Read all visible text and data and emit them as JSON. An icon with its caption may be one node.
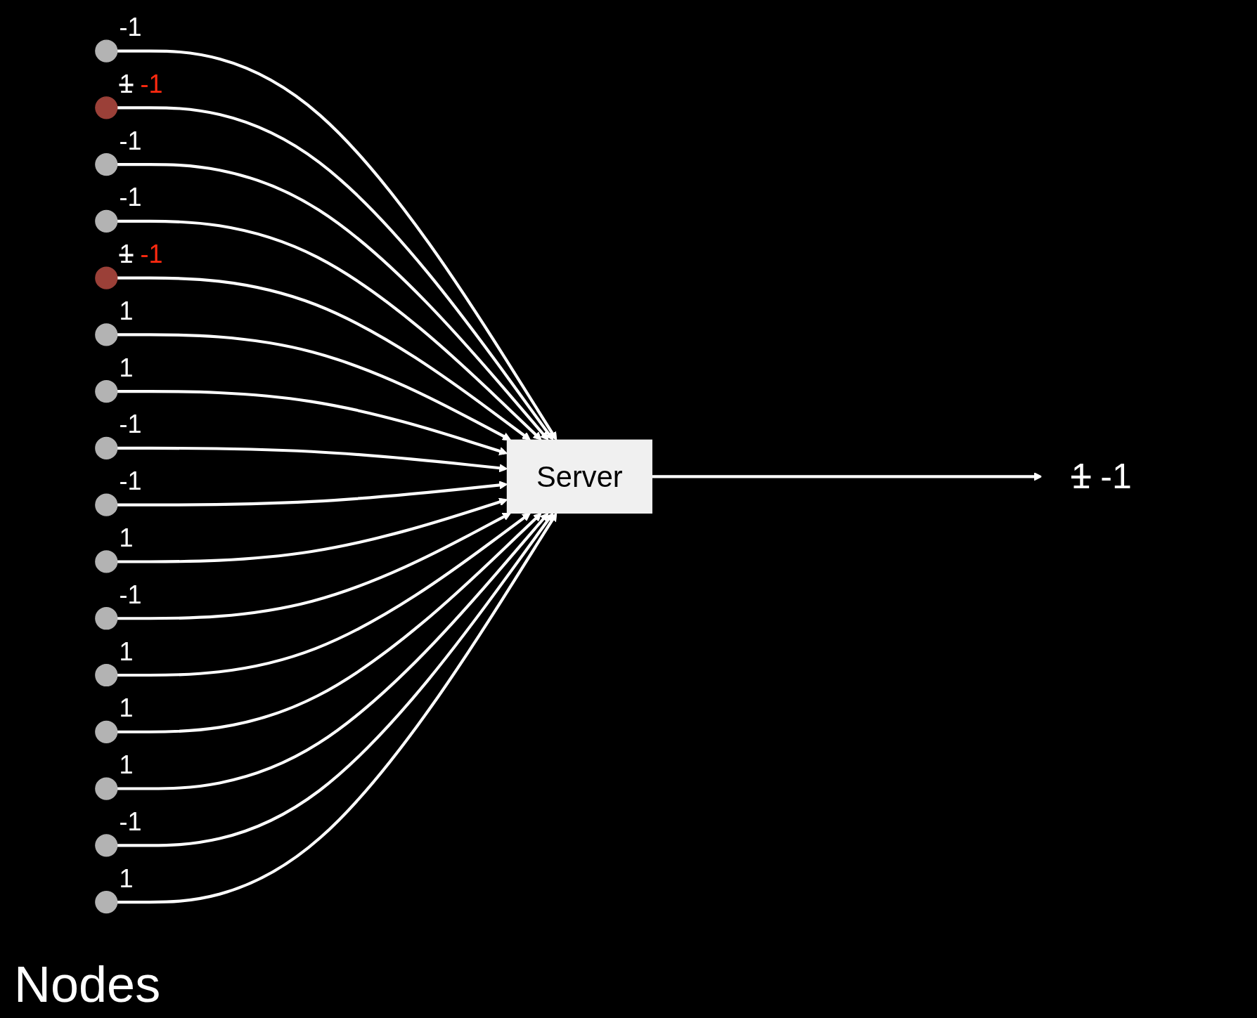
{
  "diagram": {
    "nodes": [
      {
        "text": [],
        "shape": "circle",
        "beside": [
          "-1"
        ]
      },
      {
        "text": [],
        "shape": "circle",
        "beside": [
          "1",
          "-1"
        ]
      },
      {
        "text": [],
        "shape": "circle",
        "beside": [
          "-1"
        ]
      },
      {
        "text": [],
        "shape": "circle",
        "beside": [
          "-1"
        ]
      },
      {
        "text": [],
        "shape": "circle",
        "beside": [
          "1",
          "-1"
        ]
      },
      {
        "text": [],
        "shape": "circle",
        "beside": [
          "1"
        ]
      },
      {
        "text": [],
        "shape": "circle",
        "beside": [
          "1"
        ]
      },
      {
        "text": [],
        "shape": "circle",
        "beside": [
          "-1"
        ]
      },
      {
        "text": [],
        "shape": "circle",
        "beside": [
          "-1"
        ]
      },
      {
        "text": [],
        "shape": "circle",
        "beside": [
          "1"
        ]
      },
      {
        "text": [],
        "shape": "circle",
        "beside": [
          "-1"
        ]
      },
      {
        "text": [],
        "shape": "circle",
        "beside": [
          "1"
        ]
      },
      {
        "text": [],
        "shape": "circle",
        "beside": [
          "1"
        ]
      },
      {
        "text": [],
        "shape": "circle",
        "beside": [
          "1"
        ]
      },
      {
        "text": [],
        "shape": "circle",
        "beside": [
          "-1"
        ]
      },
      {
        "text": [],
        "shape": "circle",
        "beside": [
          "1"
        ]
      },
      {
        "text": [
          "Server"
        ]
      },
      {
        "text": [
          "1",
          "-1"
        ]
      }
    ],
    "edges": [
      {
        "from": 0,
        "to": 16,
        "arrow": "to"
      },
      {
        "from": 1,
        "to": 16,
        "arrow": "to"
      },
      {
        "from": 2,
        "to": 16,
        "arrow": "to"
      },
      {
        "from": 3,
        "to": 16,
        "arrow": "to"
      },
      {
        "from": 4,
        "to": 16,
        "arrow": "to"
      },
      {
        "from": 5,
        "to": 16,
        "arrow": "to"
      },
      {
        "from": 6,
        "to": 16,
        "arrow": "to"
      },
      {
        "from": 7,
        "to": 16,
        "arrow": "to"
      },
      {
        "from": 8,
        "to": 16,
        "arrow": "to"
      },
      {
        "from": 9,
        "to": 16,
        "arrow": "to"
      },
      {
        "from": 10,
        "to": 16,
        "arrow": "to"
      },
      {
        "from": 11,
        "to": 16,
        "arrow": "to"
      },
      {
        "from": 12,
        "to": 16,
        "arrow": "to"
      },
      {
        "from": 13,
        "to": 16,
        "arrow": "to"
      },
      {
        "from": 14,
        "to": 16,
        "arrow": "to"
      },
      {
        "from": 15,
        "to": 16,
        "arrow": "to"
      },
      {
        "from": 16,
        "to": 17,
        "arrow": "to"
      }
    ],
    "labels": [
      "Nodes"
    ]
  }
}
